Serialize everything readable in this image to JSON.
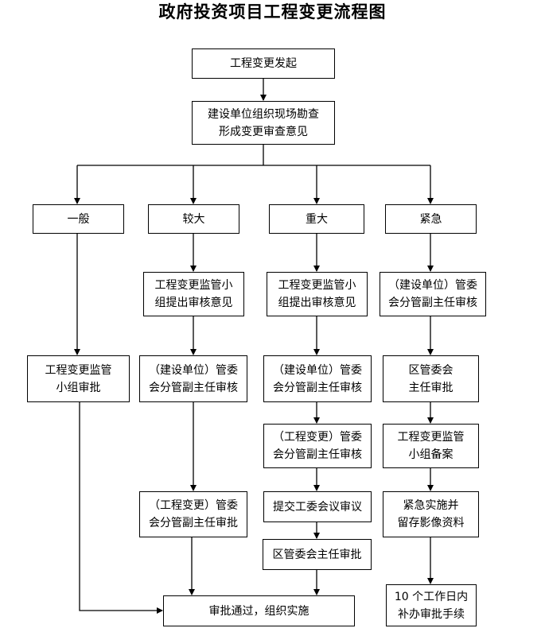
{
  "title": "政府投资项目工程变更流程图",
  "start": "工程变更发起",
  "survey": [
    "建设单位组织现场勘查",
    "形成变更审查意见"
  ],
  "categories": {
    "general": "一般",
    "larger": "较大",
    "major": "重大",
    "urgent": "紧急"
  },
  "general": {
    "group_approval": [
      "工程变更监管",
      "小组审批"
    ]
  },
  "larger": {
    "group_opinion": [
      "工程变更监管小",
      "组提出审核意见"
    ],
    "review": [
      "（建设单位）管委",
      "会分管副主任审核"
    ],
    "approval": [
      "（工程变更）管委",
      "会分管副主任审批"
    ]
  },
  "major": {
    "group_opinion": [
      "工程变更监管小",
      "组提出审核意见"
    ],
    "review1": [
      "（建设单位）管委",
      "会分管副主任审核"
    ],
    "review2": [
      "（工程变更）管委",
      "会分管副主任审核"
    ],
    "meeting": "提交工委会议审议",
    "director": "区管委会主任审批"
  },
  "urgent": {
    "review": [
      "（建设单位）管委",
      "会分管副主任审核"
    ],
    "director": [
      "区管委会",
      "主任审批"
    ],
    "filing": [
      "工程变更监管",
      "小组备案"
    ],
    "implement": [
      "紧急实施并",
      "留存影像资料"
    ],
    "supplement": [
      "10 个工作日内",
      "补办审批手续"
    ]
  },
  "end": "审批通过，组织实施"
}
